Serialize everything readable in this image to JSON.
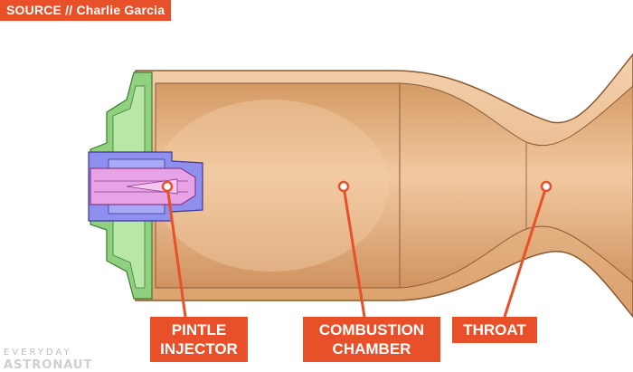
{
  "source": "SOURCE // Charlie Garcia",
  "labels": {
    "pintle": [
      "PINTLE",
      "INJECTOR"
    ],
    "combustion": [
      "COMBUSTION",
      "CHAMBER"
    ],
    "throat": "THROAT"
  },
  "watermark": {
    "line1": "EVERYDAY",
    "line2": "ASTRONAUT"
  },
  "colors": {
    "accent": "#e8502a",
    "chamber": "#e2a873",
    "injector_green": "#8fd17f",
    "injector_blue": "#8f8ff0",
    "pintle_pink": "#e8a3e6"
  }
}
